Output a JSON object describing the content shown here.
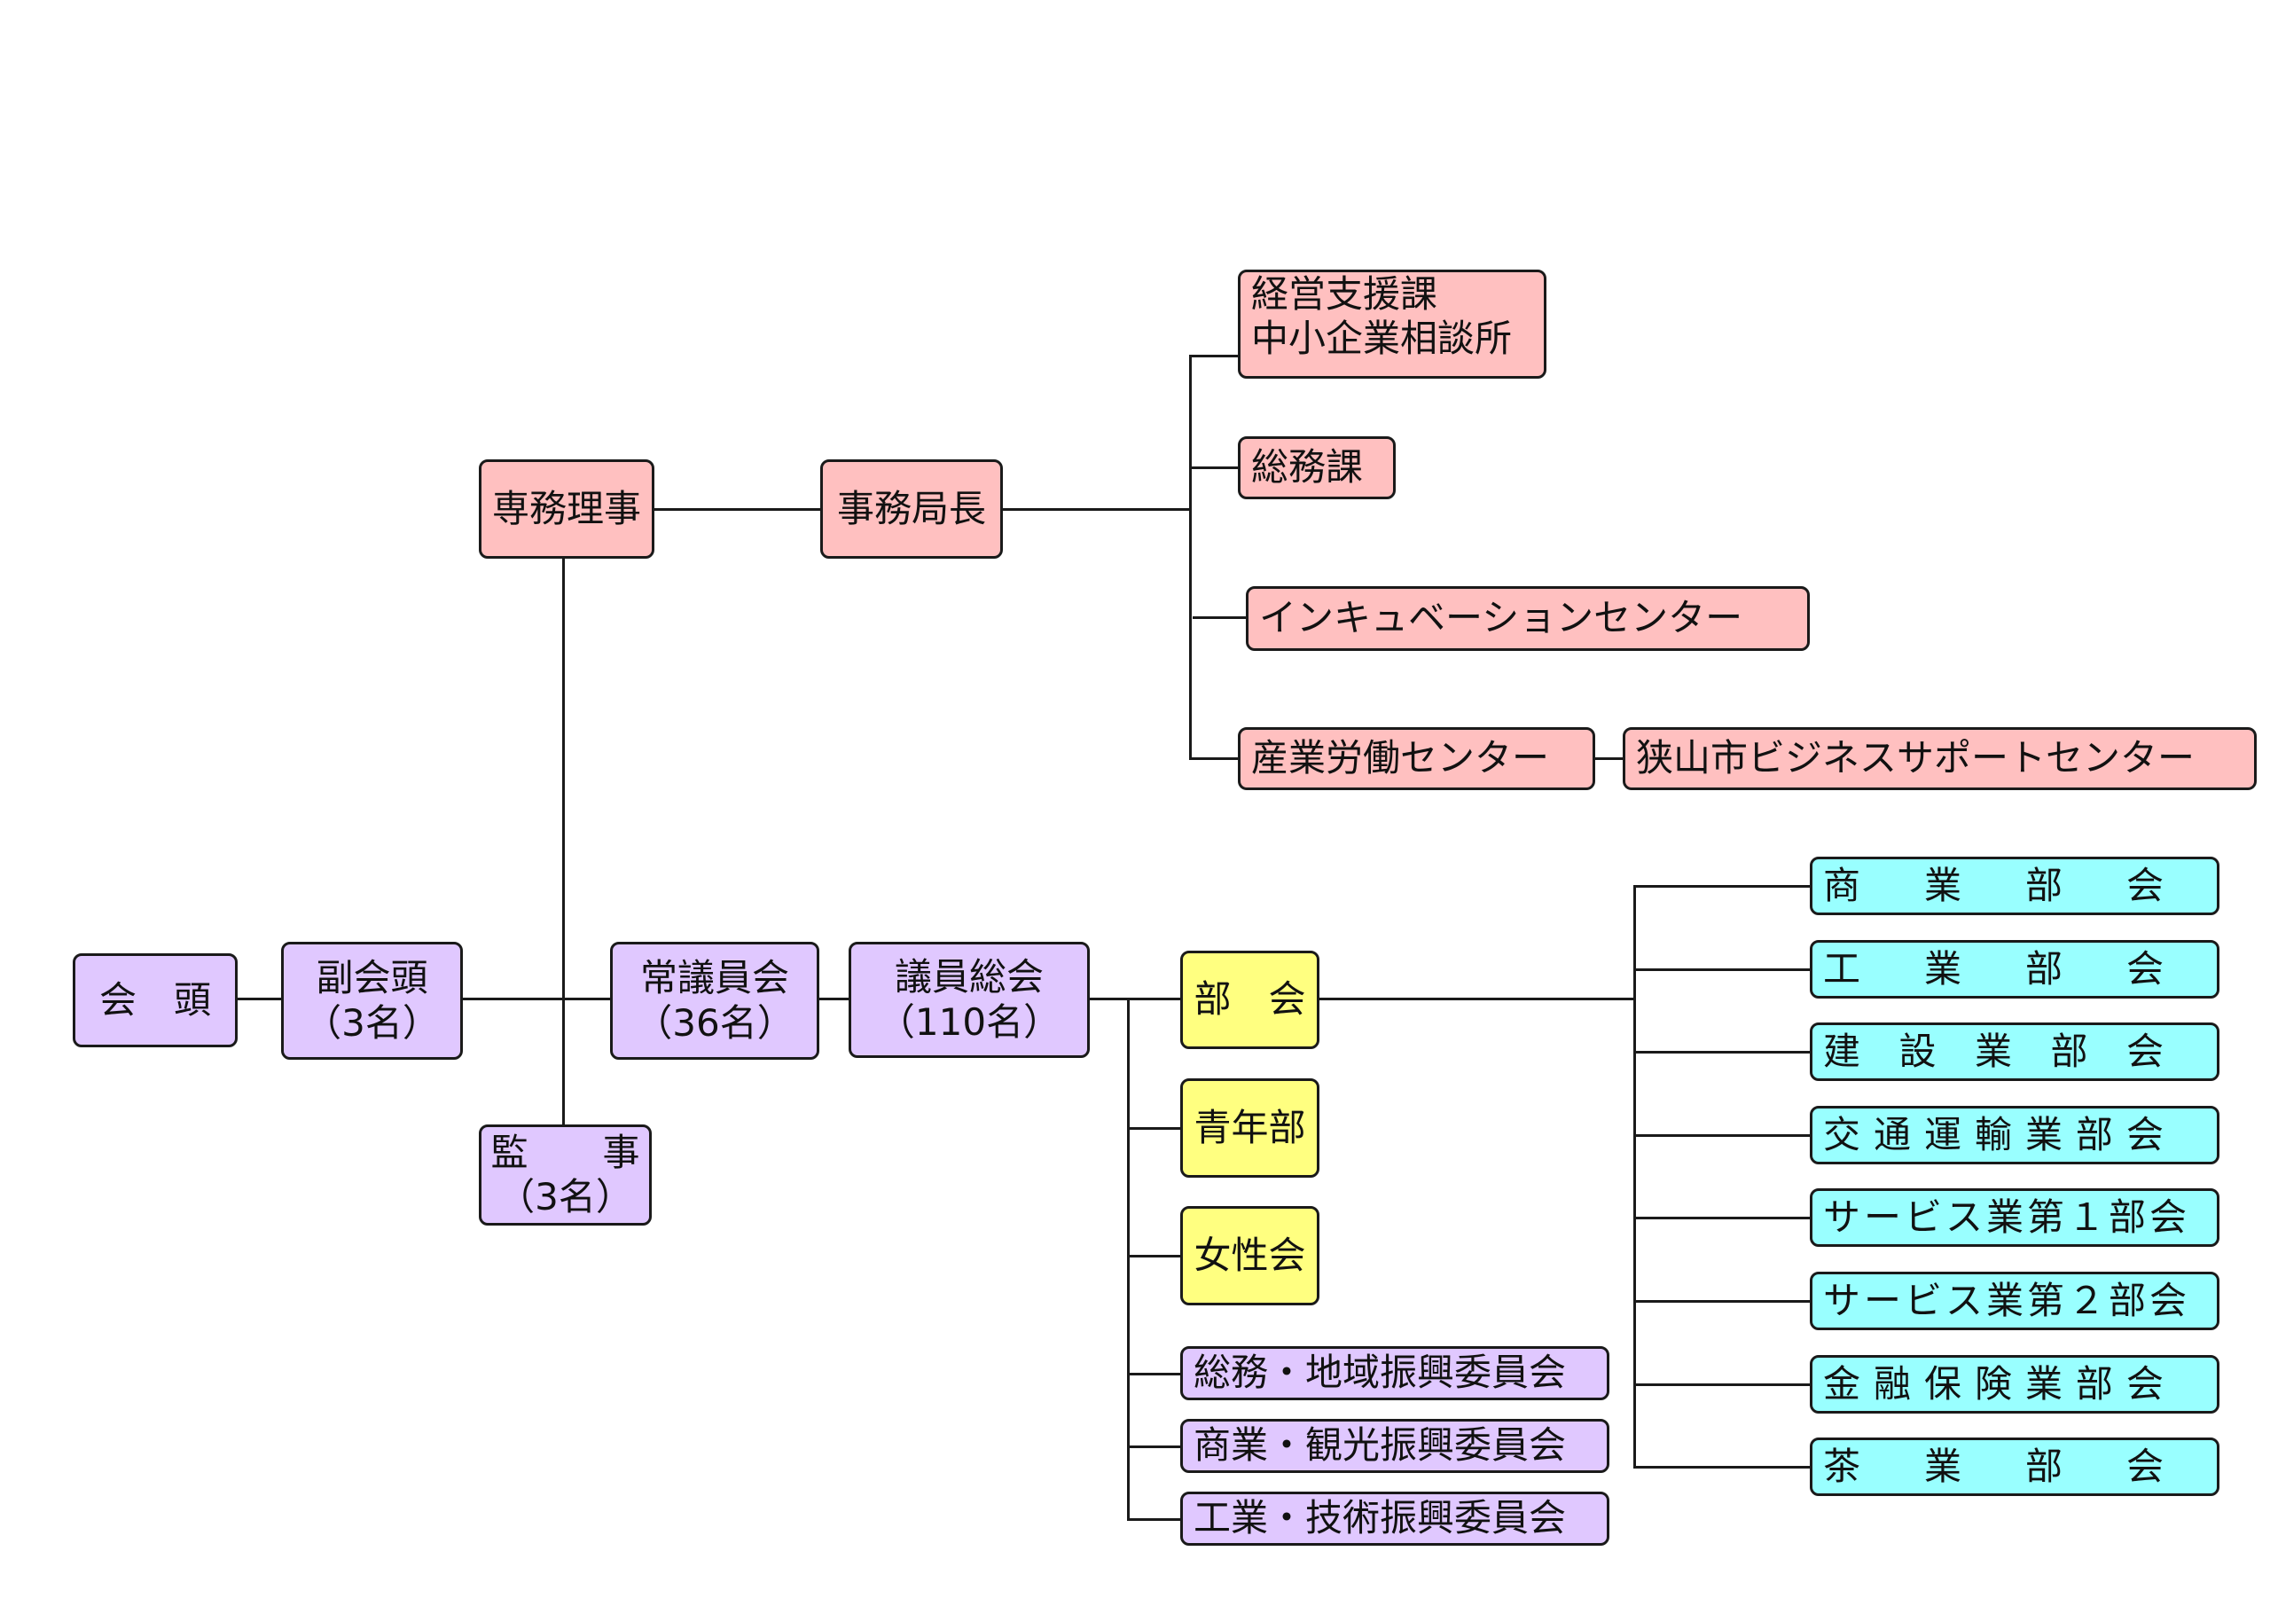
{
  "chart_data": {
    "type": "org-chart",
    "title": "",
    "nodes": [
      {
        "id": "chairman",
        "label": "会　頭",
        "group": "officers"
      },
      {
        "id": "vice-chairman",
        "label": "副会頭\n（3名）",
        "group": "officers"
      },
      {
        "id": "executive-director",
        "label": "専務理事",
        "group": "secretariat"
      },
      {
        "id": "secretary-general",
        "label": "事務局長",
        "group": "secretariat"
      },
      {
        "id": "auditor",
        "label": "監　　事\n（3名）",
        "group": "officers"
      },
      {
        "id": "standing-council",
        "label": "常議員会\n（36名）",
        "group": "officers"
      },
      {
        "id": "general-assembly",
        "label": "議員総会\n（110名）",
        "group": "officers"
      }
    ]
  },
  "colors": {
    "secretariat": "#ffc0c0",
    "officers": "#e0c8ff",
    "groups": "#ffff80",
    "sections": "#99ffff",
    "line": "#1a1a1a"
  },
  "officers": {
    "chairman": "会　頭",
    "vice_chairman": {
      "title": "副会頭",
      "count": "（3名）"
    },
    "auditor": {
      "title": "監　　事",
      "count": "（3名）"
    },
    "standing_council": {
      "title": "常議員会",
      "count": "（36名）"
    },
    "general_assembly": {
      "title": "議員総会",
      "count": "（110名）"
    }
  },
  "secretariat": {
    "executive_director": "専務理事",
    "secretary_general": "事務局長",
    "departments": {
      "management_support": {
        "line1": "経営支援課",
        "line2": "中小企業相談所"
      },
      "general_affairs": "総務課",
      "incubation_center": "インキュベーションセンター",
      "industry_labor_center": "産業労働センター",
      "business_support_center": "狭山市ビジネスサポートセンター"
    }
  },
  "groups": {
    "sections": "部　会",
    "youth": "青年部",
    "women": "女性会"
  },
  "committees": [
    "総務・地域振興委員会",
    "商業・観光振興委員会",
    "工業・技術振興委員会"
  ],
  "sections": [
    {
      "chars": [
        "商",
        "業",
        "部",
        "会"
      ]
    },
    {
      "chars": [
        "工",
        "業",
        "部",
        "会"
      ]
    },
    {
      "chars": [
        "建",
        "設",
        "業",
        "部",
        "会"
      ]
    },
    {
      "chars": [
        "交",
        "通",
        "運",
        "輸",
        "業",
        "部",
        "会"
      ]
    },
    {
      "label": "サービス業第１部会"
    },
    {
      "label": "サービス業第２部会"
    },
    {
      "chars": [
        "金",
        "融",
        "保",
        "険",
        "業",
        "部",
        "会"
      ]
    },
    {
      "chars": [
        "茶",
        "業",
        "部",
        "会"
      ]
    }
  ]
}
